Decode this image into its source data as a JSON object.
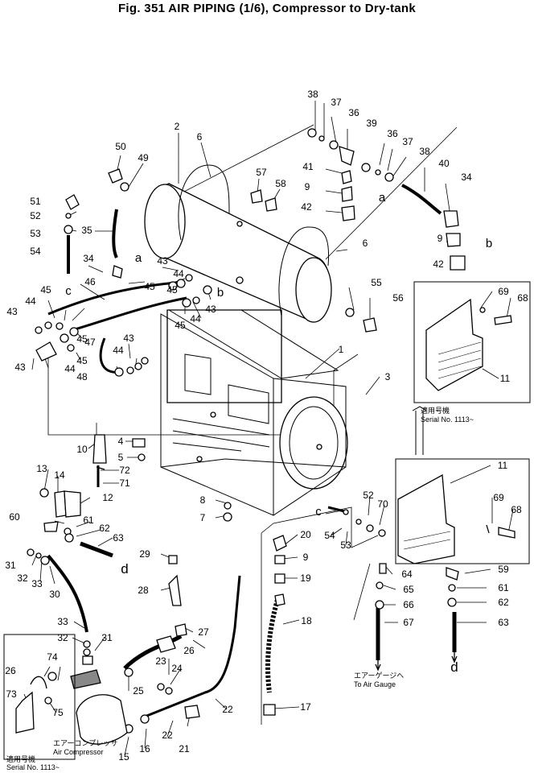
{
  "title": "Fig. 351  AIR PIPING (1/6), Compressor to Dry-tank",
  "notes": {
    "serial_jp_1": "適用号機",
    "serial_1": "Serial No. 1113~",
    "serial_jp_2": "適用号機",
    "serial_2": "Serial No. 1113~",
    "gauge_jp": "エアーゲージへ",
    "gauge": "To Air Gauge",
    "compressor_jp": "エアーコンプレッサ",
    "compressor": "Air Compressor"
  },
  "callouts": [
    {
      "id": "c38a",
      "label": "38"
    },
    {
      "id": "c37a",
      "label": "37"
    },
    {
      "id": "c36a",
      "label": "36"
    },
    {
      "id": "c39",
      "label": "39"
    },
    {
      "id": "c36b",
      "label": "36"
    },
    {
      "id": "c37b",
      "label": "37"
    },
    {
      "id": "c38b",
      "label": "38"
    },
    {
      "id": "c40",
      "label": "40"
    },
    {
      "id": "c34a",
      "label": "34"
    },
    {
      "id": "c41",
      "label": "41"
    },
    {
      "id": "c9a",
      "label": "9"
    },
    {
      "id": "c42a",
      "label": "42"
    },
    {
      "id": "ca1",
      "label": "a"
    },
    {
      "id": "c9b",
      "label": "9"
    },
    {
      "id": "cb1",
      "label": "b"
    },
    {
      "id": "c42b",
      "label": "42"
    },
    {
      "id": "c2",
      "label": "2"
    },
    {
      "id": "c6a",
      "label": "6"
    },
    {
      "id": "c57",
      "label": "57"
    },
    {
      "id": "c58",
      "label": "58"
    },
    {
      "id": "c6b",
      "label": "6"
    },
    {
      "id": "c50",
      "label": "50"
    },
    {
      "id": "c49",
      "label": "49"
    },
    {
      "id": "c51",
      "label": "51"
    },
    {
      "id": "c52a",
      "label": "52"
    },
    {
      "id": "c53a",
      "label": "53"
    },
    {
      "id": "c54a",
      "label": "54"
    },
    {
      "id": "c35",
      "label": "35"
    },
    {
      "id": "ca2",
      "label": "a"
    },
    {
      "id": "c43a",
      "label": "43"
    },
    {
      "id": "c34b",
      "label": "34"
    },
    {
      "id": "c44a",
      "label": "44"
    },
    {
      "id": "cc1",
      "label": "c"
    },
    {
      "id": "c46",
      "label": "46"
    },
    {
      "id": "c45a",
      "label": "45"
    },
    {
      "id": "c45b",
      "label": "45"
    },
    {
      "id": "cb2",
      "label": "b"
    },
    {
      "id": "c43b",
      "label": "43"
    },
    {
      "id": "c55",
      "label": "55"
    },
    {
      "id": "c56",
      "label": "56"
    },
    {
      "id": "c43c",
      "label": "43"
    },
    {
      "id": "c44b",
      "label": "44"
    },
    {
      "id": "c45c",
      "label": "45"
    },
    {
      "id": "c47",
      "label": "47"
    },
    {
      "id": "c45d",
      "label": "45"
    },
    {
      "id": "c44c",
      "label": "44"
    },
    {
      "id": "c45e",
      "label": "45"
    },
    {
      "id": "c43d",
      "label": "43"
    },
    {
      "id": "c44d",
      "label": "44"
    },
    {
      "id": "c45f",
      "label": "45"
    },
    {
      "id": "c48",
      "label": "48"
    },
    {
      "id": "c44e",
      "label": "44"
    },
    {
      "id": "c43e",
      "label": "43"
    },
    {
      "id": "c1",
      "label": "1"
    },
    {
      "id": "c3",
      "label": "3"
    },
    {
      "id": "c69a",
      "label": "69"
    },
    {
      "id": "c68a",
      "label": "68"
    },
    {
      "id": "c11a",
      "label": "11"
    },
    {
      "id": "c10",
      "label": "10"
    },
    {
      "id": "c4",
      "label": "4"
    },
    {
      "id": "c5",
      "label": "5"
    },
    {
      "id": "c72",
      "label": "72"
    },
    {
      "id": "c71",
      "label": "71"
    },
    {
      "id": "c13",
      "label": "13"
    },
    {
      "id": "c14",
      "label": "14"
    },
    {
      "id": "c12",
      "label": "12"
    },
    {
      "id": "c8",
      "label": "8"
    },
    {
      "id": "c7",
      "label": "7"
    },
    {
      "id": "c11b",
      "label": "11"
    },
    {
      "id": "c52b",
      "label": "52"
    },
    {
      "id": "c70",
      "label": "70"
    },
    {
      "id": "c69b",
      "label": "69"
    },
    {
      "id": "c68b",
      "label": "68"
    },
    {
      "id": "cc2",
      "label": "c"
    },
    {
      "id": "c54b",
      "label": "54"
    },
    {
      "id": "c53b",
      "label": "53"
    },
    {
      "id": "c20",
      "label": "20"
    },
    {
      "id": "c60",
      "label": "60"
    },
    {
      "id": "c61",
      "label": "61"
    },
    {
      "id": "c62a",
      "label": "62"
    },
    {
      "id": "c63a",
      "label": "63"
    },
    {
      "id": "c9c",
      "label": "9"
    },
    {
      "id": "c19",
      "label": "19"
    },
    {
      "id": "cd1",
      "label": "d"
    },
    {
      "id": "c31a",
      "label": "31"
    },
    {
      "id": "c32a",
      "label": "32"
    },
    {
      "id": "c33a",
      "label": "33"
    },
    {
      "id": "c29",
      "label": "29"
    },
    {
      "id": "c59",
      "label": "59"
    },
    {
      "id": "c64",
      "label": "64"
    },
    {
      "id": "c61b",
      "label": "61"
    },
    {
      "id": "c65",
      "label": "65"
    },
    {
      "id": "c30",
      "label": "30"
    },
    {
      "id": "c28",
      "label": "28"
    },
    {
      "id": "c62b",
      "label": "62"
    },
    {
      "id": "c66",
      "label": "66"
    },
    {
      "id": "c18",
      "label": "18"
    },
    {
      "id": "c67",
      "label": "67"
    },
    {
      "id": "c63b",
      "label": "63"
    },
    {
      "id": "c33b",
      "label": "33"
    },
    {
      "id": "c27",
      "label": "27"
    },
    {
      "id": "c32b",
      "label": "32"
    },
    {
      "id": "c31b",
      "label": "31"
    },
    {
      "id": "c26a",
      "label": "26"
    },
    {
      "id": "c26b",
      "label": "26"
    },
    {
      "id": "c74",
      "label": "74"
    },
    {
      "id": "cd2",
      "label": "d"
    },
    {
      "id": "c23",
      "label": "23"
    },
    {
      "id": "c24",
      "label": "24"
    },
    {
      "id": "c25",
      "label": "25"
    },
    {
      "id": "c73",
      "label": "73"
    },
    {
      "id": "c75",
      "label": "75"
    },
    {
      "id": "c17",
      "label": "17"
    },
    {
      "id": "c22a",
      "label": "22"
    },
    {
      "id": "c22b",
      "label": "22"
    },
    {
      "id": "c21",
      "label": "21"
    },
    {
      "id": "c15",
      "label": "15"
    },
    {
      "id": "c16",
      "label": "16"
    }
  ]
}
